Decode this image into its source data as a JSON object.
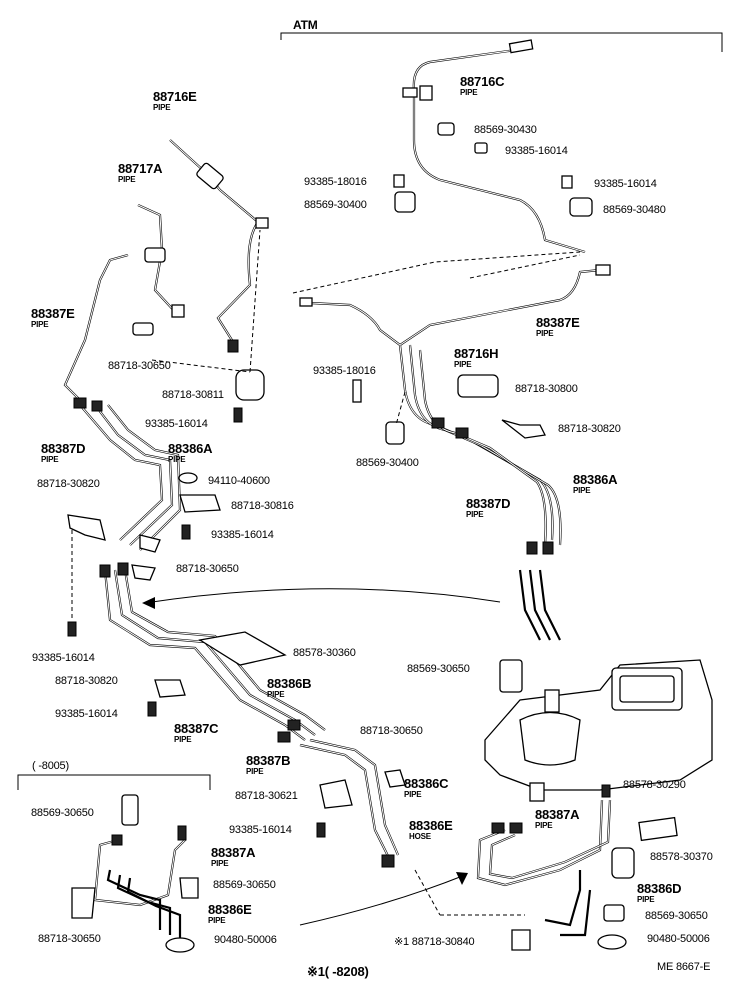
{
  "labels": {
    "atm": "ATM",
    "p88716E": "88716E",
    "p88717A": "88717A",
    "p88387E_l": "88387E",
    "p88718_30650_a": "88718-30650",
    "p88718_30811": "88718-30811",
    "p93385_16014_a": "93385-16014",
    "p88387D_l": "88387D",
    "p88386A_l": "88386A",
    "p94110_40600": "94110-40600",
    "p88718_30820_l": "88718-30820",
    "p88718_30816": "88718-30816",
    "p93385_16014_b": "93385-16014",
    "p88718_30650_b": "88718-30650",
    "p93385_16014_c": "93385-16014",
    "p88578_30360": "88578-30360",
    "p88718_30820_b": "88718-30820",
    "p88386B": "88386B",
    "p93385_16014_d": "93385-16014",
    "p88387C": "88387C",
    "p88718_30650_c": "88718-30650",
    "p88387B": "88387B",
    "p88386C": "88386C",
    "p88718_30621": "88718-30621",
    "p93385_16014_e": "93385-16014",
    "p88716C": "88716C",
    "p88569_30430": "88569-30430",
    "p93385_16014_f": "93385-16014",
    "p93385_18016_a": "93385-18016",
    "p88569_30400_a": "88569-30400",
    "p93385_16014_g": "93385-16014",
    "p88569_30480": "88569-30480",
    "p88387E_r": "88387E",
    "p88716H": "88716H",
    "p93385_18016_b": "93385-18016",
    "p88718_30800": "88718-30800",
    "p88718_30820_r": "88718-30820",
    "p88569_30400_b": "88569-30400",
    "p88386A_r": "88386A",
    "p88387D_r": "88387D",
    "p88569_30650_r": "88569-30650",
    "p88578_30290": "88578-30290",
    "p88387A_r": "88387A",
    "p88386E_r": "88386E",
    "p88578_30370": "88578-30370",
    "p88386D": "88386D",
    "p88569_30650_r2": "88569-30650",
    "p90480_50006_r": "90480-50006",
    "p88718_30840": "※1 88718-30840",
    "inset_header": "(      -8005)",
    "p88569_30650_inset": "88569-30650",
    "p88387A_inset": "88387A",
    "p88569_30650_inset2": "88569-30650",
    "p88386E_inset": "88386E",
    "p88718_30650_inset": "88718-30650",
    "p90480_50006_inset": "90480-50006",
    "footer_note": "※1(      -8208)",
    "doc_code": "ME  8667-E"
  },
  "sub": {
    "pipe": "PIPE",
    "hose": "HOSE"
  }
}
